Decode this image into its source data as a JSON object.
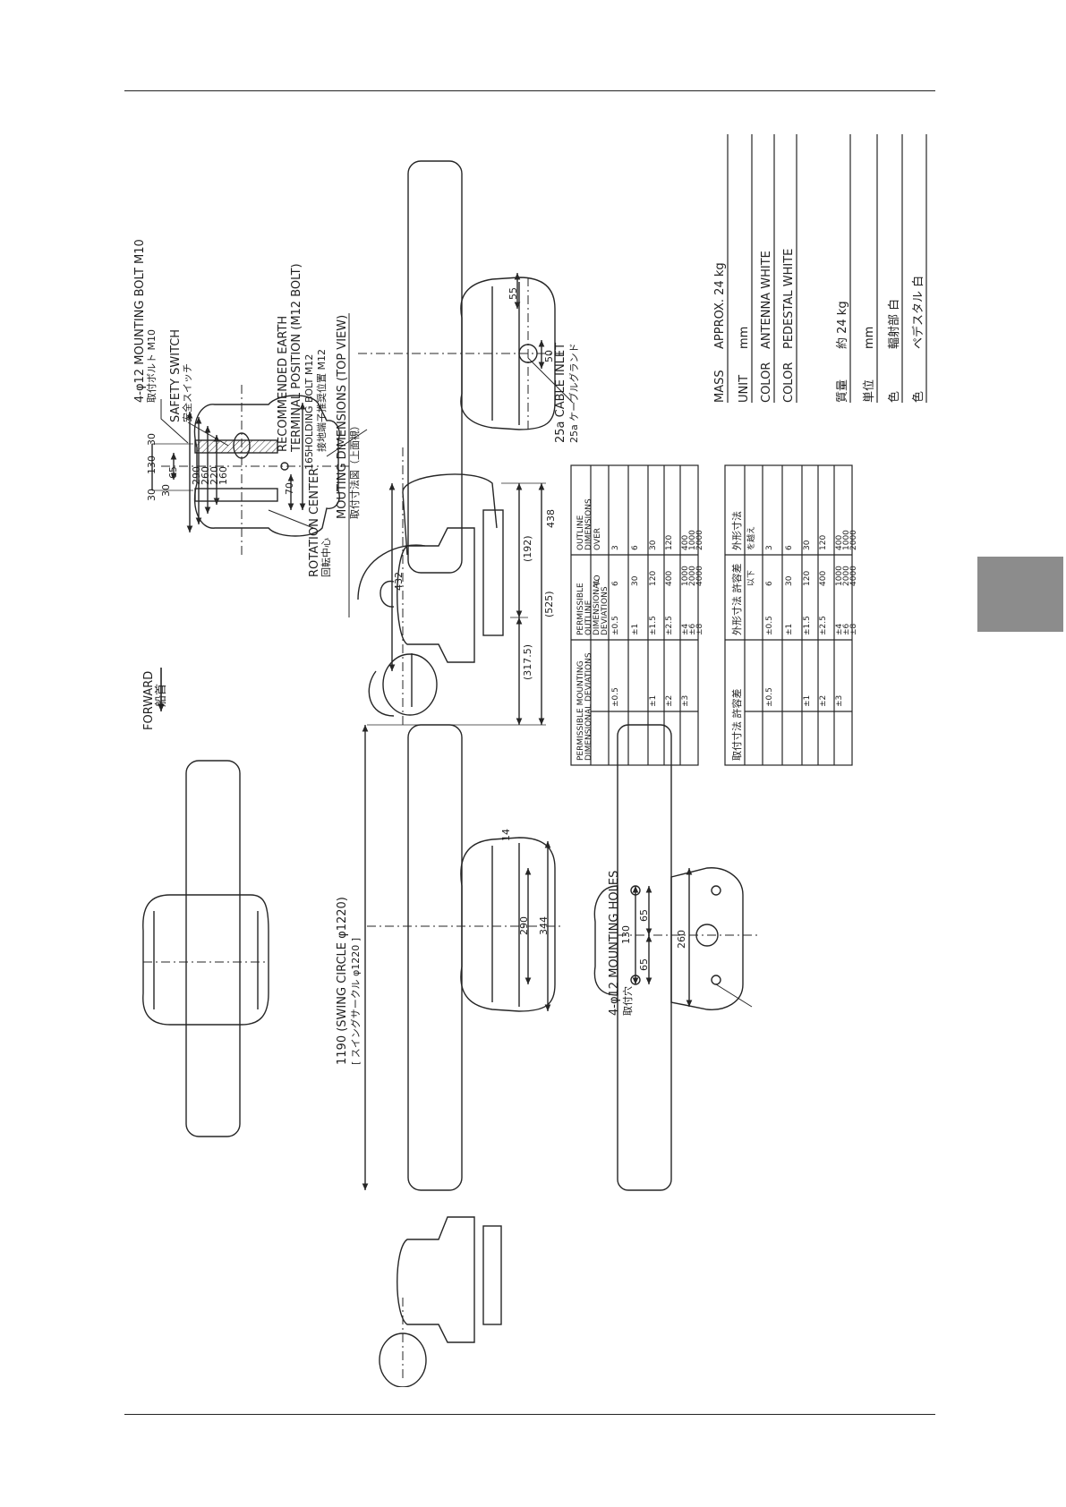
{
  "top_view": {
    "forward": "FORWARD",
    "forward_jp": "船首",
    "mounting_bolt": "4-φ12 MOUNTING BOLT M10",
    "mounting_bolt_jp": "取付ボルト M10",
    "safety_switch": "SAFETY SWITCH",
    "safety_switch_jp": "安全スイッチ",
    "earth_terminal_1": "RECOMMENDED EARTH",
    "earth_terminal_2": "TERMINAL POSITION (M12 BOLT)",
    "holding_bolt": "HOLDING BOLT M12",
    "earth_terminal_jp": "接地端子推奨位置 M12",
    "rotation_center": "ROTATION CENTER",
    "rotation_center_jp": "回転中心",
    "title": "MOUTING DIMENSIONS (TOP VIEW)",
    "title_jp": "取付寸法図（上面視）",
    "dims": {
      "d30a": "30",
      "d130": "130",
      "d30b": "30",
      "d30c": "30",
      "d65": "65",
      "d160": "160",
      "d220": "220",
      "d260": "260",
      "d290": "290",
      "d70": "70",
      "d165": "165"
    }
  },
  "side_view": {
    "d525": "(525)",
    "d317": "(317.5)",
    "d192": "(192)",
    "d438": "438",
    "d432": "432"
  },
  "rear_view": {
    "d55": "55",
    "d50": "50",
    "cable_inlet": "25a CABLE INLET",
    "cable_inlet_jp": "25a ケーブルグランド"
  },
  "front_view": {
    "swing": "1190 (SWING CIRCLE φ1220)",
    "swing_jp": "[ スイングサークル φ1220 ]",
    "d14": "14",
    "d290": "290",
    "d344": "344"
  },
  "bottom_view": {
    "d130": "130",
    "d65a": "65",
    "d65b": "65",
    "d260": "260",
    "holes": "4-φ12 MOUNTING HOLES",
    "holes_jp": "取付穴"
  },
  "tolerance_table_en": {
    "h_outline": "OUTLINE DIMENSIONS",
    "h_perm_outline": "PERMISSIBLE OUTLINE DIMENSIONAL DEVIATIONS",
    "h_perm_mount": "PERMISSIBLE MOUNTING DIMENSIONAL DEVIATIONS",
    "sub_over": "OVER",
    "sub_to": "TO",
    "rows": [
      {
        "over": "3",
        "to": "6",
        "outline": "±0.5",
        "mount": "±0.5"
      },
      {
        "over": "6",
        "to": "30",
        "outline": "±1",
        "mount": ""
      },
      {
        "over": "30",
        "to": "120",
        "outline": "±1.5",
        "mount": "±1"
      },
      {
        "over": "120",
        "to": "400",
        "outline": "±2.5",
        "mount": "±2"
      },
      {
        "over": "400",
        "to": "1000",
        "outline": "±4",
        "mount": "±3"
      },
      {
        "over": "1000",
        "to": "2000",
        "outline": "±6",
        "mount": ""
      },
      {
        "over": "2000",
        "to": "4000",
        "outline": "±8",
        "mount": ""
      }
    ]
  },
  "tolerance_table_jp": {
    "h_outline": "外形寸法",
    "h_perm_outline": "外形寸法 許容差",
    "h_perm_mount": "取付寸法 許容差",
    "sub_over": "を越え",
    "sub_to": "以下",
    "rows": [
      {
        "over": "3",
        "to": "6",
        "outline": "±0.5",
        "mount": "±0.5"
      },
      {
        "over": "6",
        "to": "30",
        "outline": "±1",
        "mount": ""
      },
      {
        "over": "30",
        "to": "120",
        "outline": "±1.5",
        "mount": "±1"
      },
      {
        "over": "120",
        "to": "400",
        "outline": "±2.5",
        "mount": "±2"
      },
      {
        "over": "400",
        "to": "1000",
        "outline": "±4",
        "mount": "±3"
      },
      {
        "over": "1000",
        "to": "2000",
        "outline": "±6",
        "mount": ""
      },
      {
        "over": "2000",
        "to": "4000",
        "outline": "±8",
        "mount": ""
      }
    ]
  },
  "specs": {
    "mass_label": "MASS",
    "mass_value": "APPROX.  24 kg",
    "unit_label": "UNIT",
    "unit_value": "mm",
    "color_label_1": "COLOR",
    "color_value_1": "ANTENNA    WHITE",
    "color_label_2": "COLOR",
    "color_value_2": "PEDESTAL    WHITE",
    "mass_label_jp": "質量",
    "mass_value_jp": "約 24 kg",
    "unit_label_jp": "単位",
    "unit_value_jp": "mm",
    "color_label_jp_1": "色",
    "color_value_jp_1": "輻射部      白",
    "color_label_jp_2": "色",
    "color_value_jp_2": "ペデスタル   白"
  }
}
